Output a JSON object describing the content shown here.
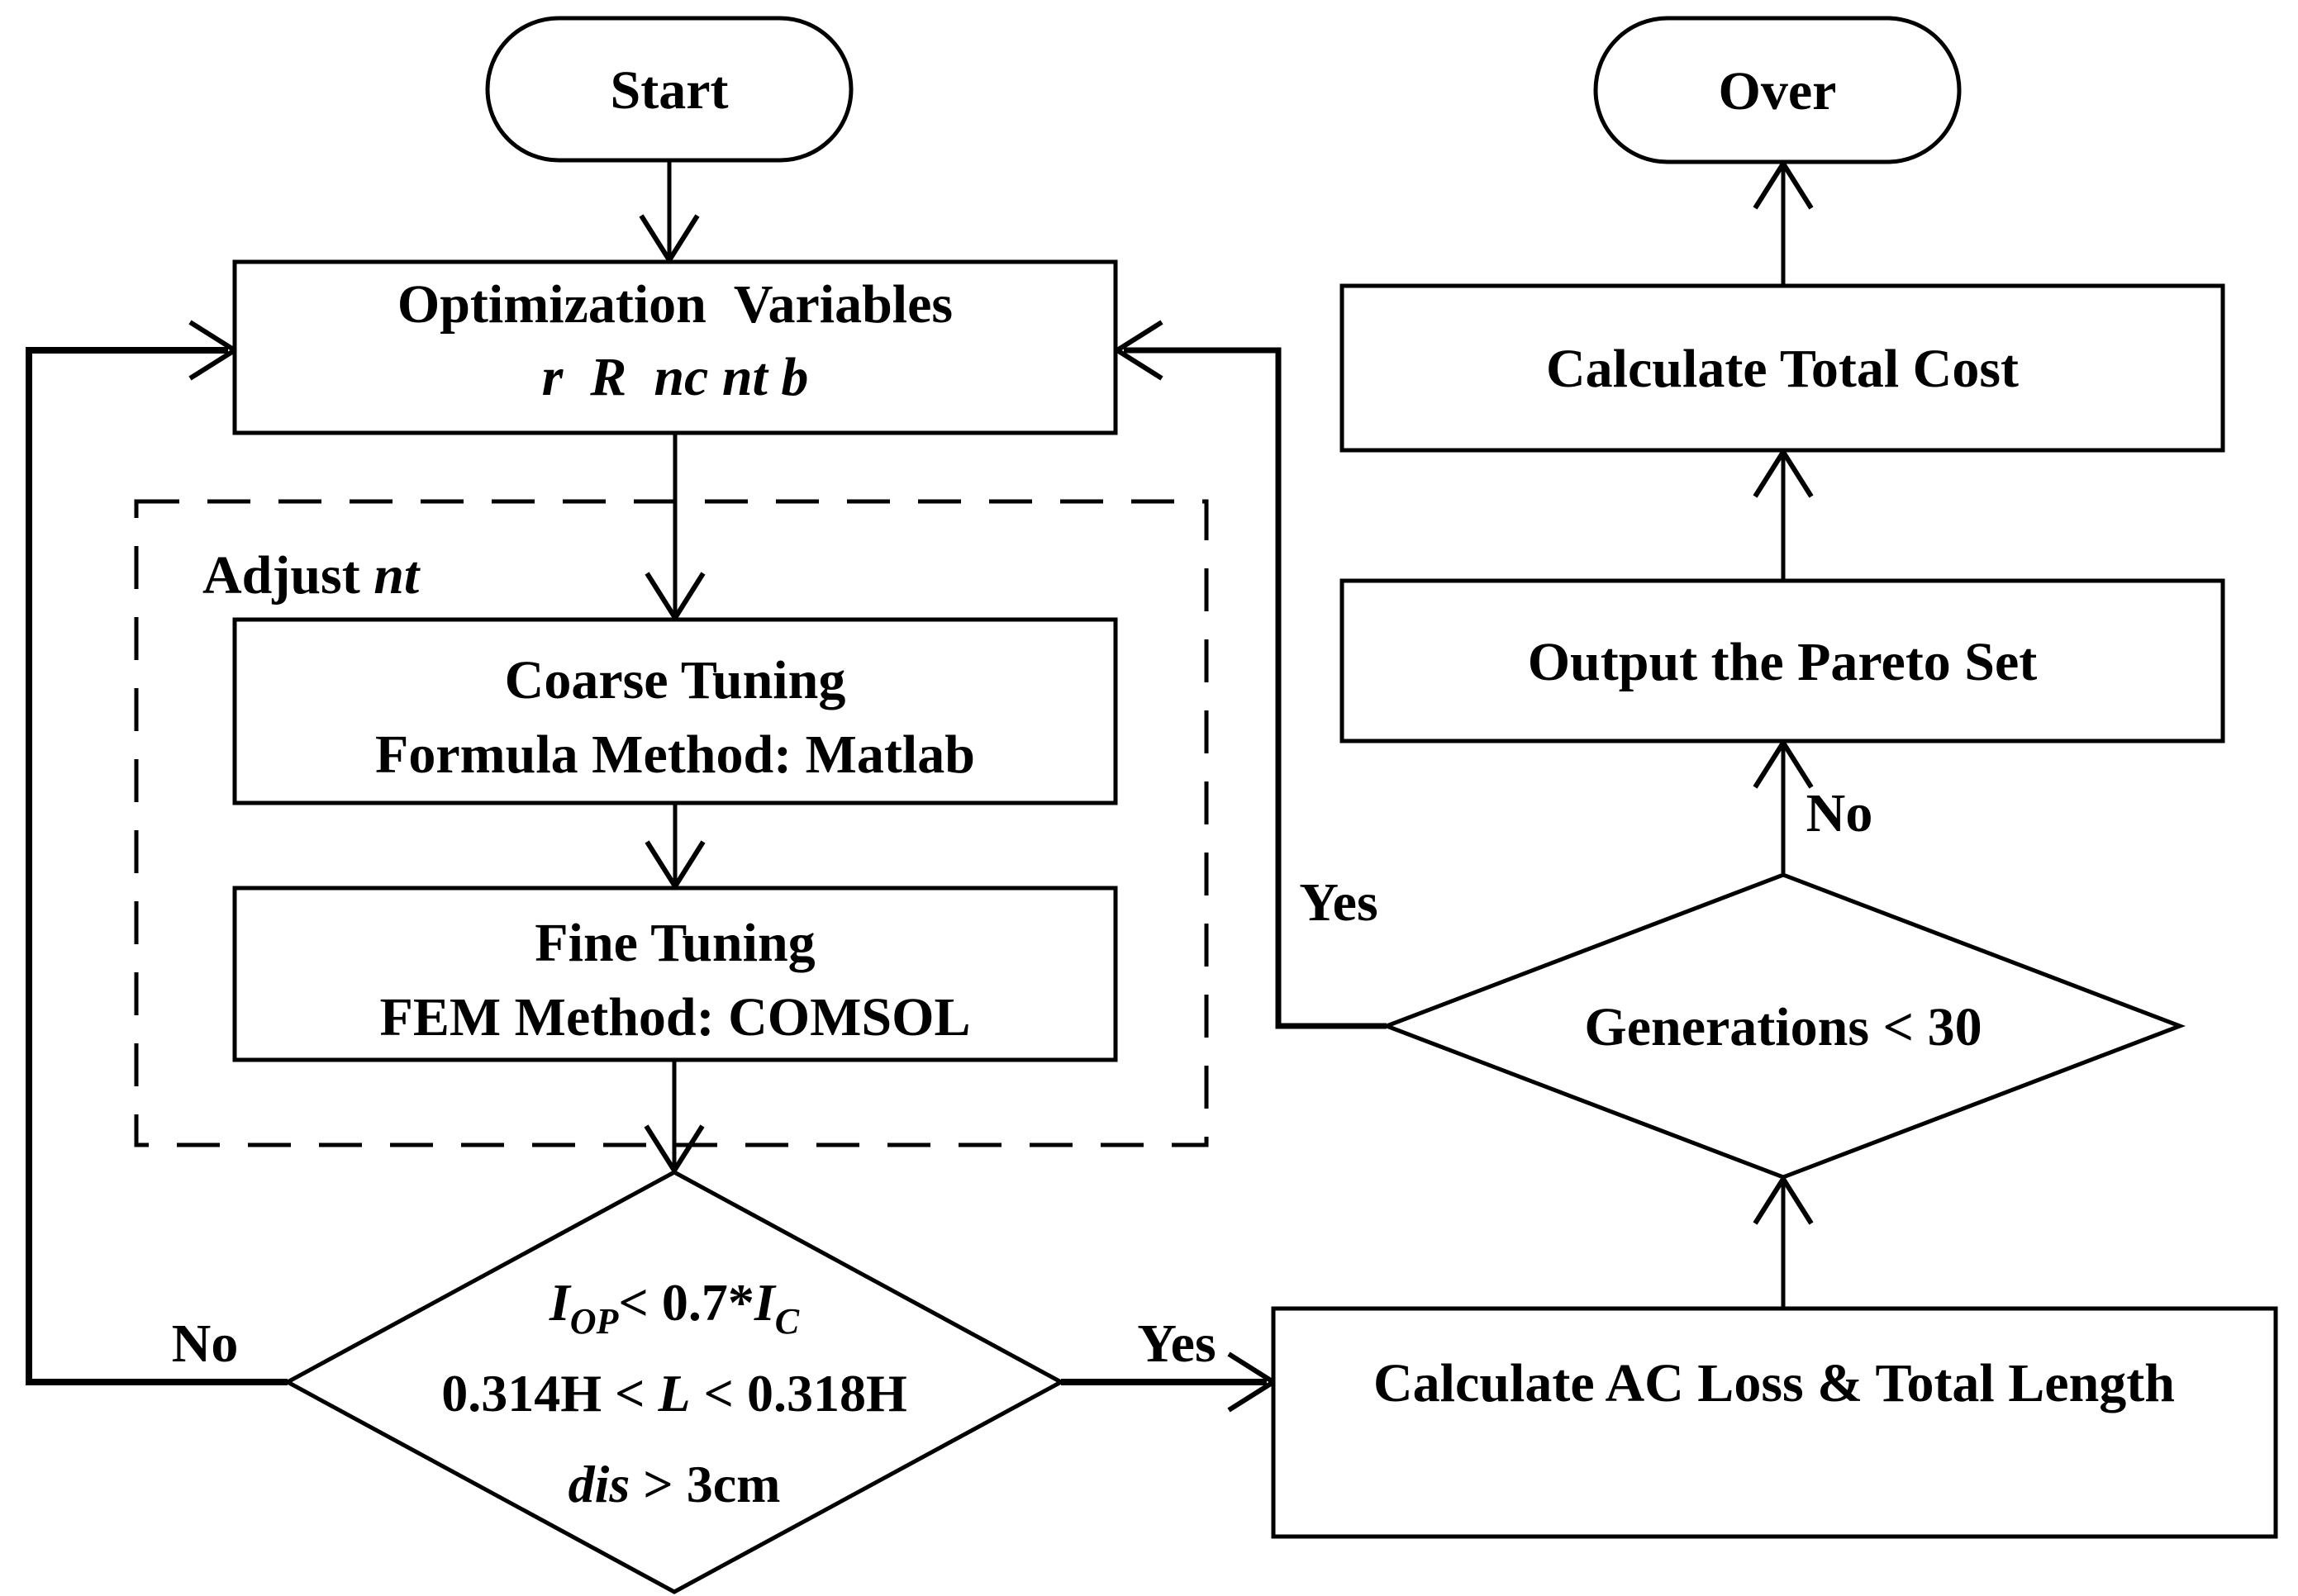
{
  "colors": {
    "ink": "#000000",
    "paper": "#ffffff"
  },
  "nodes": {
    "start": {
      "label": "Start"
    },
    "optimization": {
      "line1": "Optimization  Variables",
      "line2": "r  R  nc nt b"
    },
    "adjust": {
      "prefix": "Adjust ",
      "variable": "nt"
    },
    "coarse": {
      "line1": "Coarse Tuning",
      "line2": "Formula Method: Matlab"
    },
    "fine": {
      "line1": "Fine Tuning",
      "line2": "FEM Method: COMSOL"
    },
    "constraints": {
      "i1": "I",
      "sub_op": "OP",
      "op_mid": "< 0.7*",
      "i2": "I",
      "sub_c": "C",
      "line2_pre": "0.314H < ",
      "line2_var": "L",
      "line2_post": " < 0.318H",
      "line3_var": "dis",
      "line3_post": " > 3cm"
    },
    "calc_ac": {
      "label": "Calculate AC Loss & Total Length"
    },
    "generations": {
      "label": "Generations < 30"
    },
    "output_pareto": {
      "label": "Output the Pareto Set"
    },
    "calc_cost": {
      "label": "Calculate Total Cost"
    },
    "over": {
      "label": "Over"
    }
  },
  "edge_labels": {
    "constraints_no": "No",
    "constraints_yes": "Yes",
    "generations_yes": "Yes",
    "generations_no": "No"
  }
}
